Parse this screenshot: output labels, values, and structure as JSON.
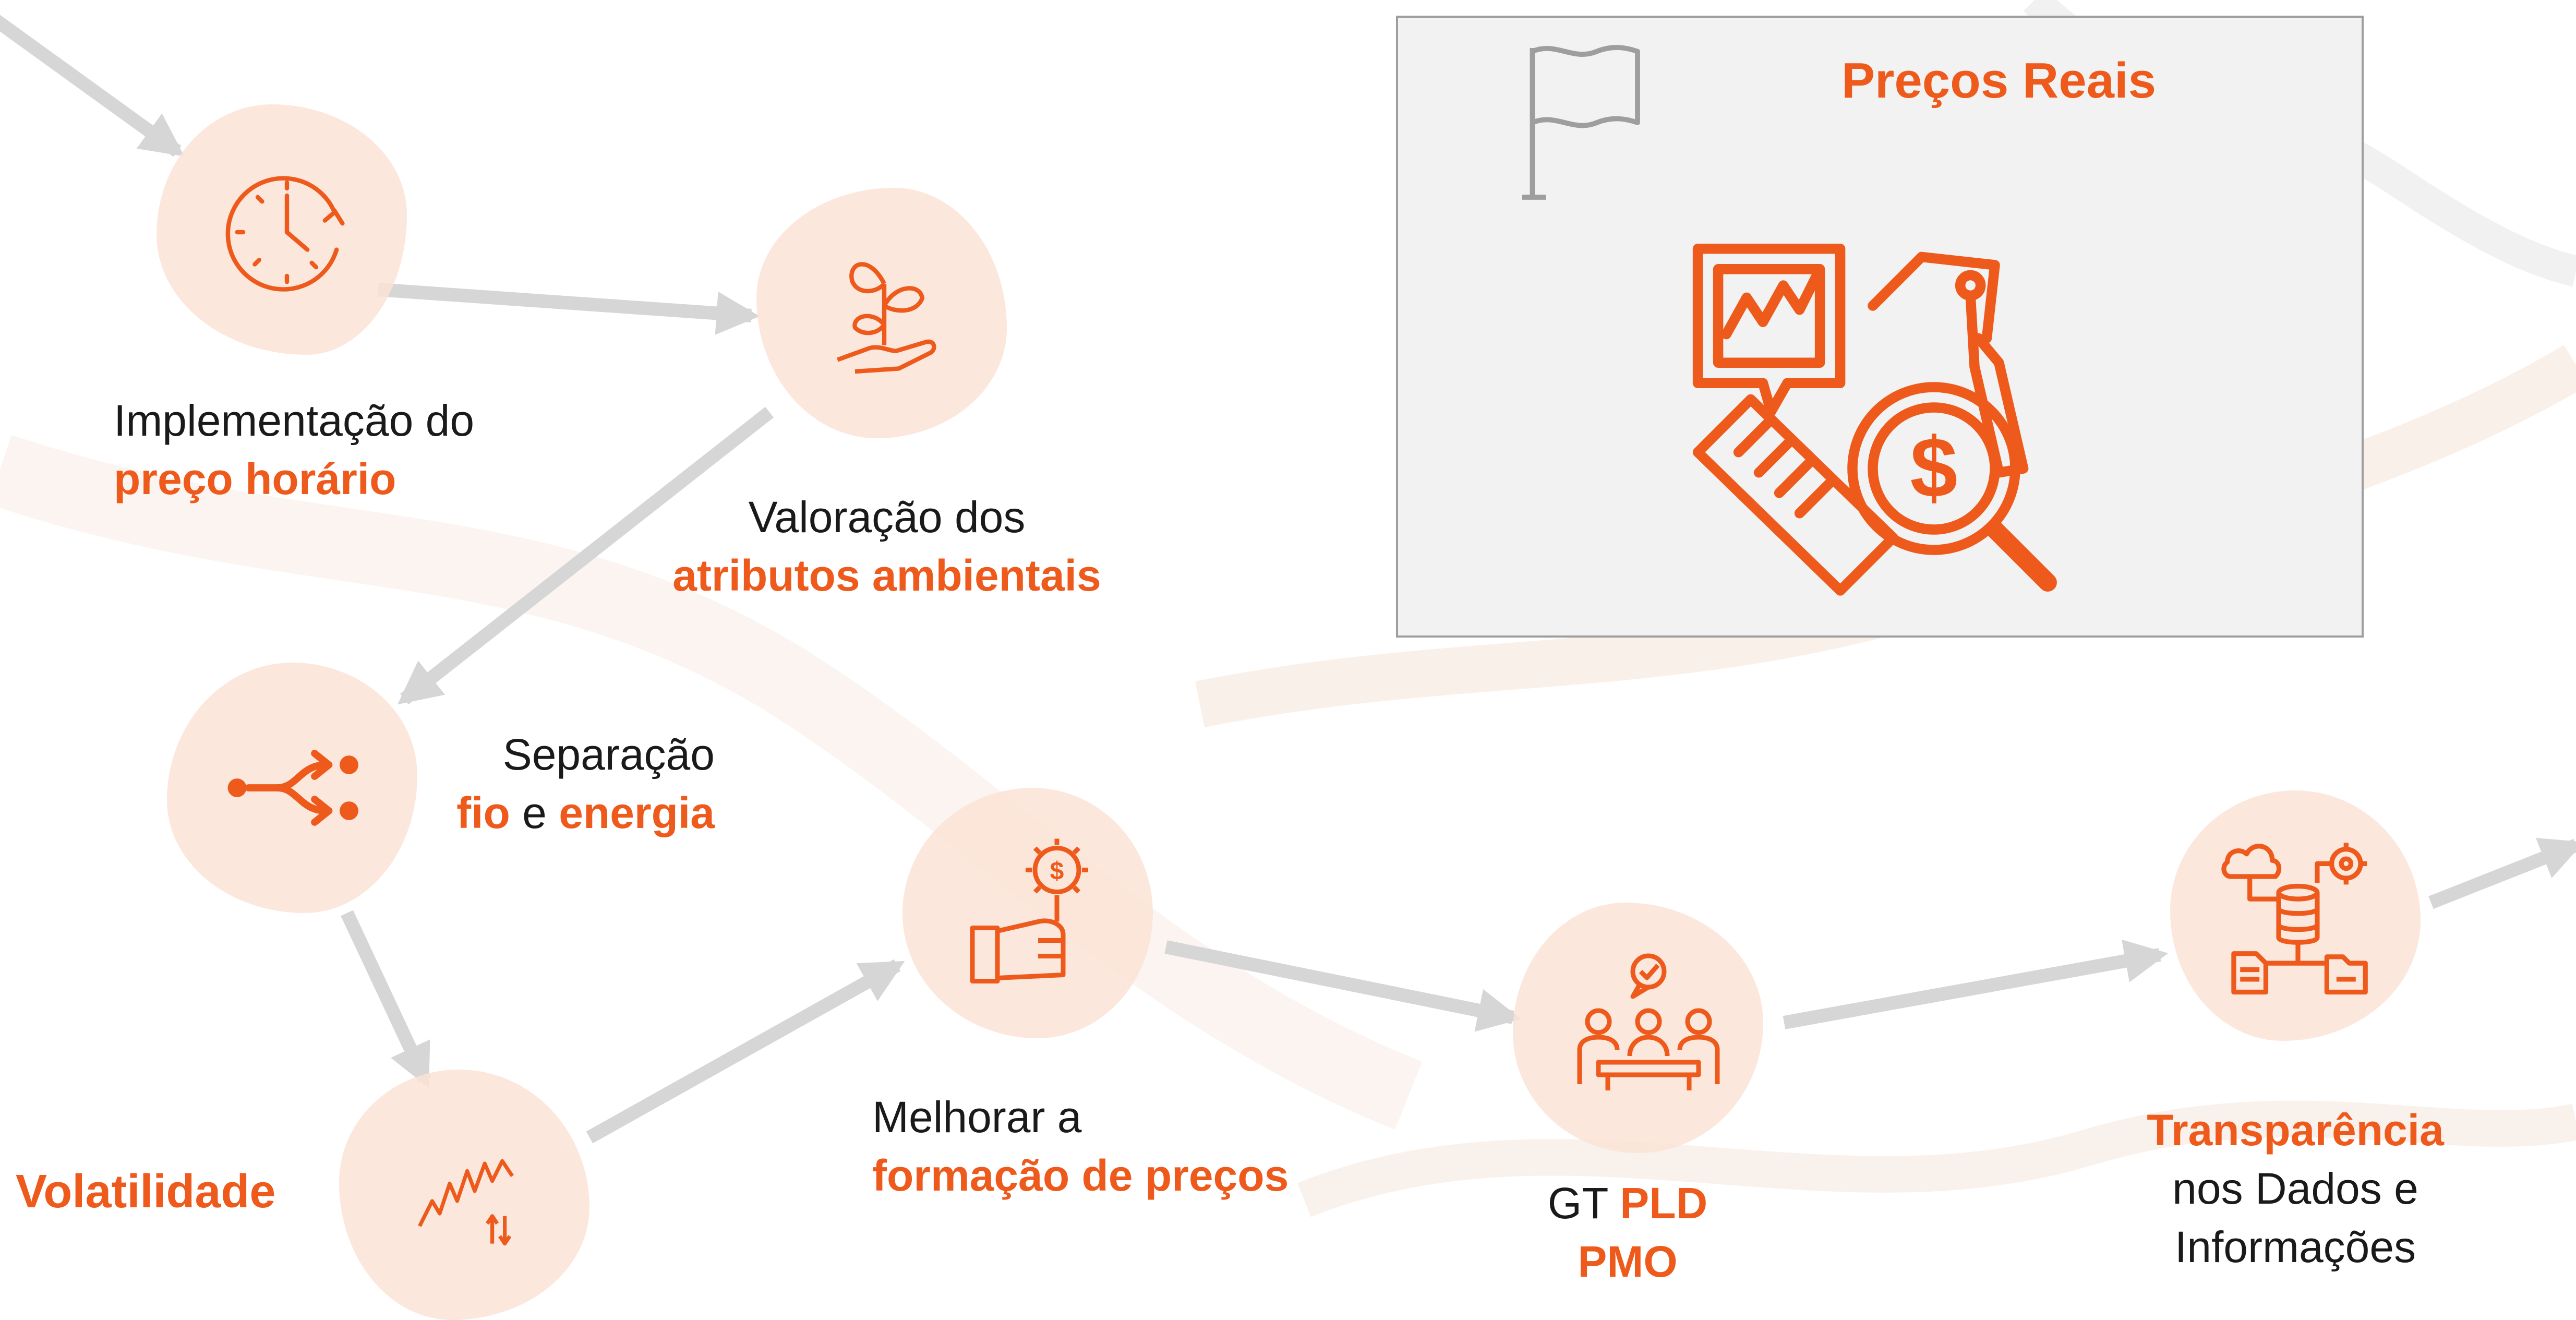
{
  "colors": {
    "accent": "#ee5a1c",
    "blob": "#fbe3d6",
    "arrow": "#d6d6d6",
    "box_bg": "#f2f2f2",
    "box_border": "#9e9e9e"
  },
  "callout": {
    "title": "Preços Reais",
    "flag_icon": "flag-icon",
    "main_icon": "price-analysis-icon"
  },
  "nodes": [
    {
      "id": "preco_horario",
      "icon": "clock-icon",
      "label_line1": "Implementação do",
      "label_line2": "preço horário"
    },
    {
      "id": "atributos",
      "icon": "plant-hand-icon",
      "label_line1": "Valoração dos",
      "label_line2": "atributos ambientais"
    },
    {
      "id": "separacao",
      "icon": "split-arrows-icon",
      "label_line1": "Separação",
      "label_hl_a": "fio",
      "label_mid": " e ",
      "label_hl_b": "energia"
    },
    {
      "id": "volatilidade",
      "icon": "volatility-chart-icon",
      "label": "Volatilidade"
    },
    {
      "id": "formacao",
      "icon": "hand-dollar-gear-icon",
      "label_line1": "Melhorar a",
      "label_line2": "formação de preços"
    },
    {
      "id": "gt",
      "icon": "team-meeting-icon",
      "label_pre": "GT ",
      "label_hl_a": "PLD",
      "label_hl_b": "PMO"
    },
    {
      "id": "transparencia",
      "icon": "data-cloud-database-icon",
      "label_hl": "Transparência",
      "label_line2": "nos Dados e",
      "label_line3": "Informações"
    }
  ]
}
